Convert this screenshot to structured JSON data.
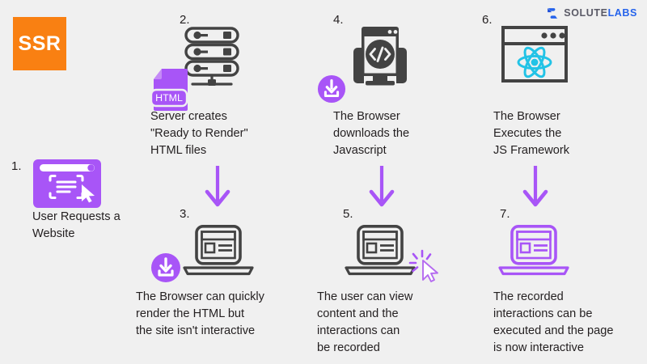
{
  "brand": {
    "logo_icon": "solutelabs-mark-icon",
    "name_part1": "SOLUTE",
    "name_part2": "LABS",
    "color_primary": "#2563eb",
    "color_text": "#5a5a66"
  },
  "badge": {
    "label": "SSR",
    "color": "#f98012",
    "text_color": "#ffffff"
  },
  "theme": {
    "background": "#f0f0f0",
    "purple": "#a855f7",
    "purple_light": "#b36bf5",
    "dark": "#434343",
    "react_cyan": "#22c3e6",
    "text": "#231f20"
  },
  "steps": [
    {
      "number": "1.",
      "icon": "browser-window-request-icon",
      "caption": "User Requests a\nWebsite"
    },
    {
      "number": "2.",
      "icon": "server-rack-html-file-icon",
      "file_label": "HTML",
      "caption": "Server creates\n\"Ready to Render\"\nHTML files"
    },
    {
      "number": "3.",
      "icon": "laptop-download-icon",
      "caption": "The Browser can quickly\nrender the HTML but\nthe site isn't interactive"
    },
    {
      "number": "4.",
      "icon": "monitor-code-download-icon",
      "caption": "The Browser\ndownloads the\nJavascript"
    },
    {
      "number": "5.",
      "icon": "laptop-click-cursor-icon",
      "caption": "The user can view\ncontent and the\ninteractions can\nbe recorded"
    },
    {
      "number": "6.",
      "icon": "browser-react-logo-icon",
      "caption": "The Browser\nExecutes the\nJS Framework"
    },
    {
      "number": "7.",
      "icon": "laptop-interactive-icon",
      "caption": "The recorded\ninteractions can be\nexecuted and the page\nis now interactive"
    }
  ],
  "arrows": [
    {
      "name": "arrow-step2-to-step3",
      "direction": "down"
    },
    {
      "name": "arrow-step4-to-step5",
      "direction": "down"
    },
    {
      "name": "arrow-step6-to-step7",
      "direction": "down"
    }
  ]
}
